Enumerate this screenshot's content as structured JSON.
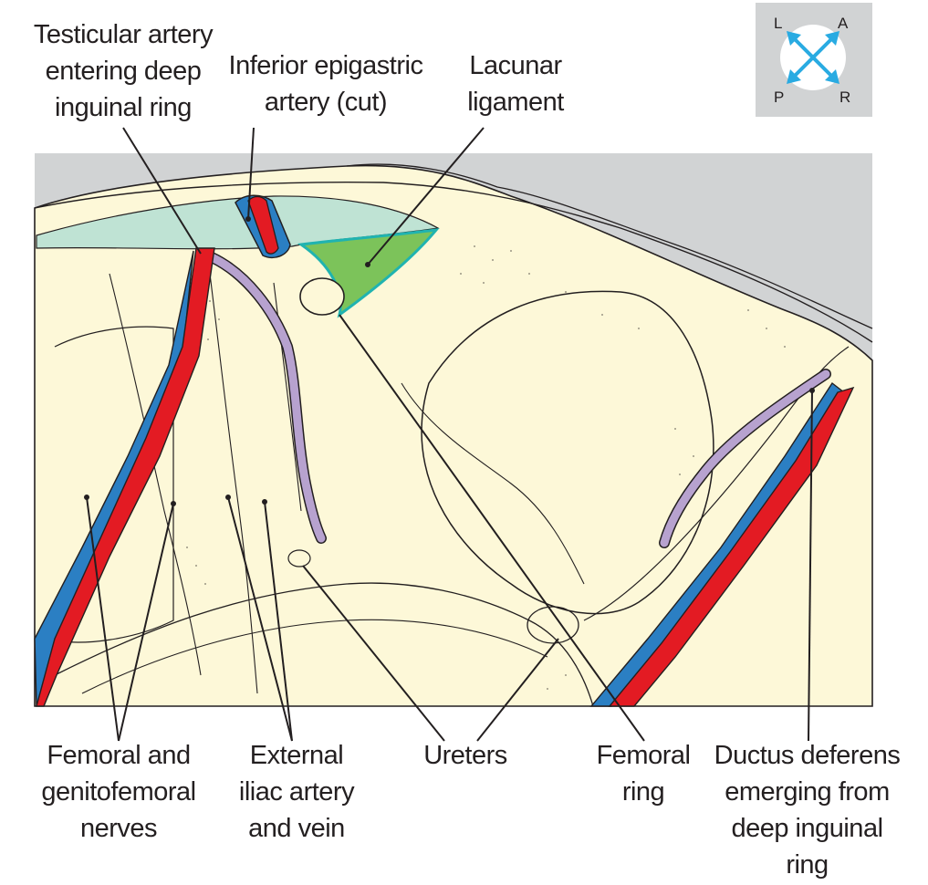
{
  "colors": {
    "background": "#ffffff",
    "peritoneum_gray": "#d1d3d4",
    "tissue_cream": "#fdf8d8",
    "fascia_teal": "#bfe3d4",
    "ligament_green": "#7cc35a",
    "ligament_border": "#20b3b0",
    "artery_red": "#e31b23",
    "vein_blue": "#2b7fc3",
    "ductus_lilac": "#b7a2cf",
    "line": "#231f20",
    "orientation_arrow": "#29abe2"
  },
  "orientation": {
    "icon": "compass-arrows-icon",
    "top_left": "L",
    "top_right": "A",
    "bottom_left": "P",
    "bottom_right": "R"
  },
  "labels": {
    "testicular_artery": [
      "Testicular artery",
      "entering deep",
      "inguinal ring"
    ],
    "inferior_epigastric": [
      "Inferior epigastric",
      "artery (cut)"
    ],
    "lacunar_ligament": [
      "Lacunar",
      "ligament"
    ],
    "femoral_nerves": [
      "Femoral and",
      "genitofemoral",
      "nerves"
    ],
    "external_iliac": [
      "External",
      "iliac artery",
      "and vein"
    ],
    "ureters": [
      "Ureters"
    ],
    "femoral_ring": [
      "Femoral",
      "ring"
    ],
    "ductus_deferens": [
      "Ductus deferens",
      "emerging from",
      "deep inguinal",
      "ring"
    ]
  }
}
